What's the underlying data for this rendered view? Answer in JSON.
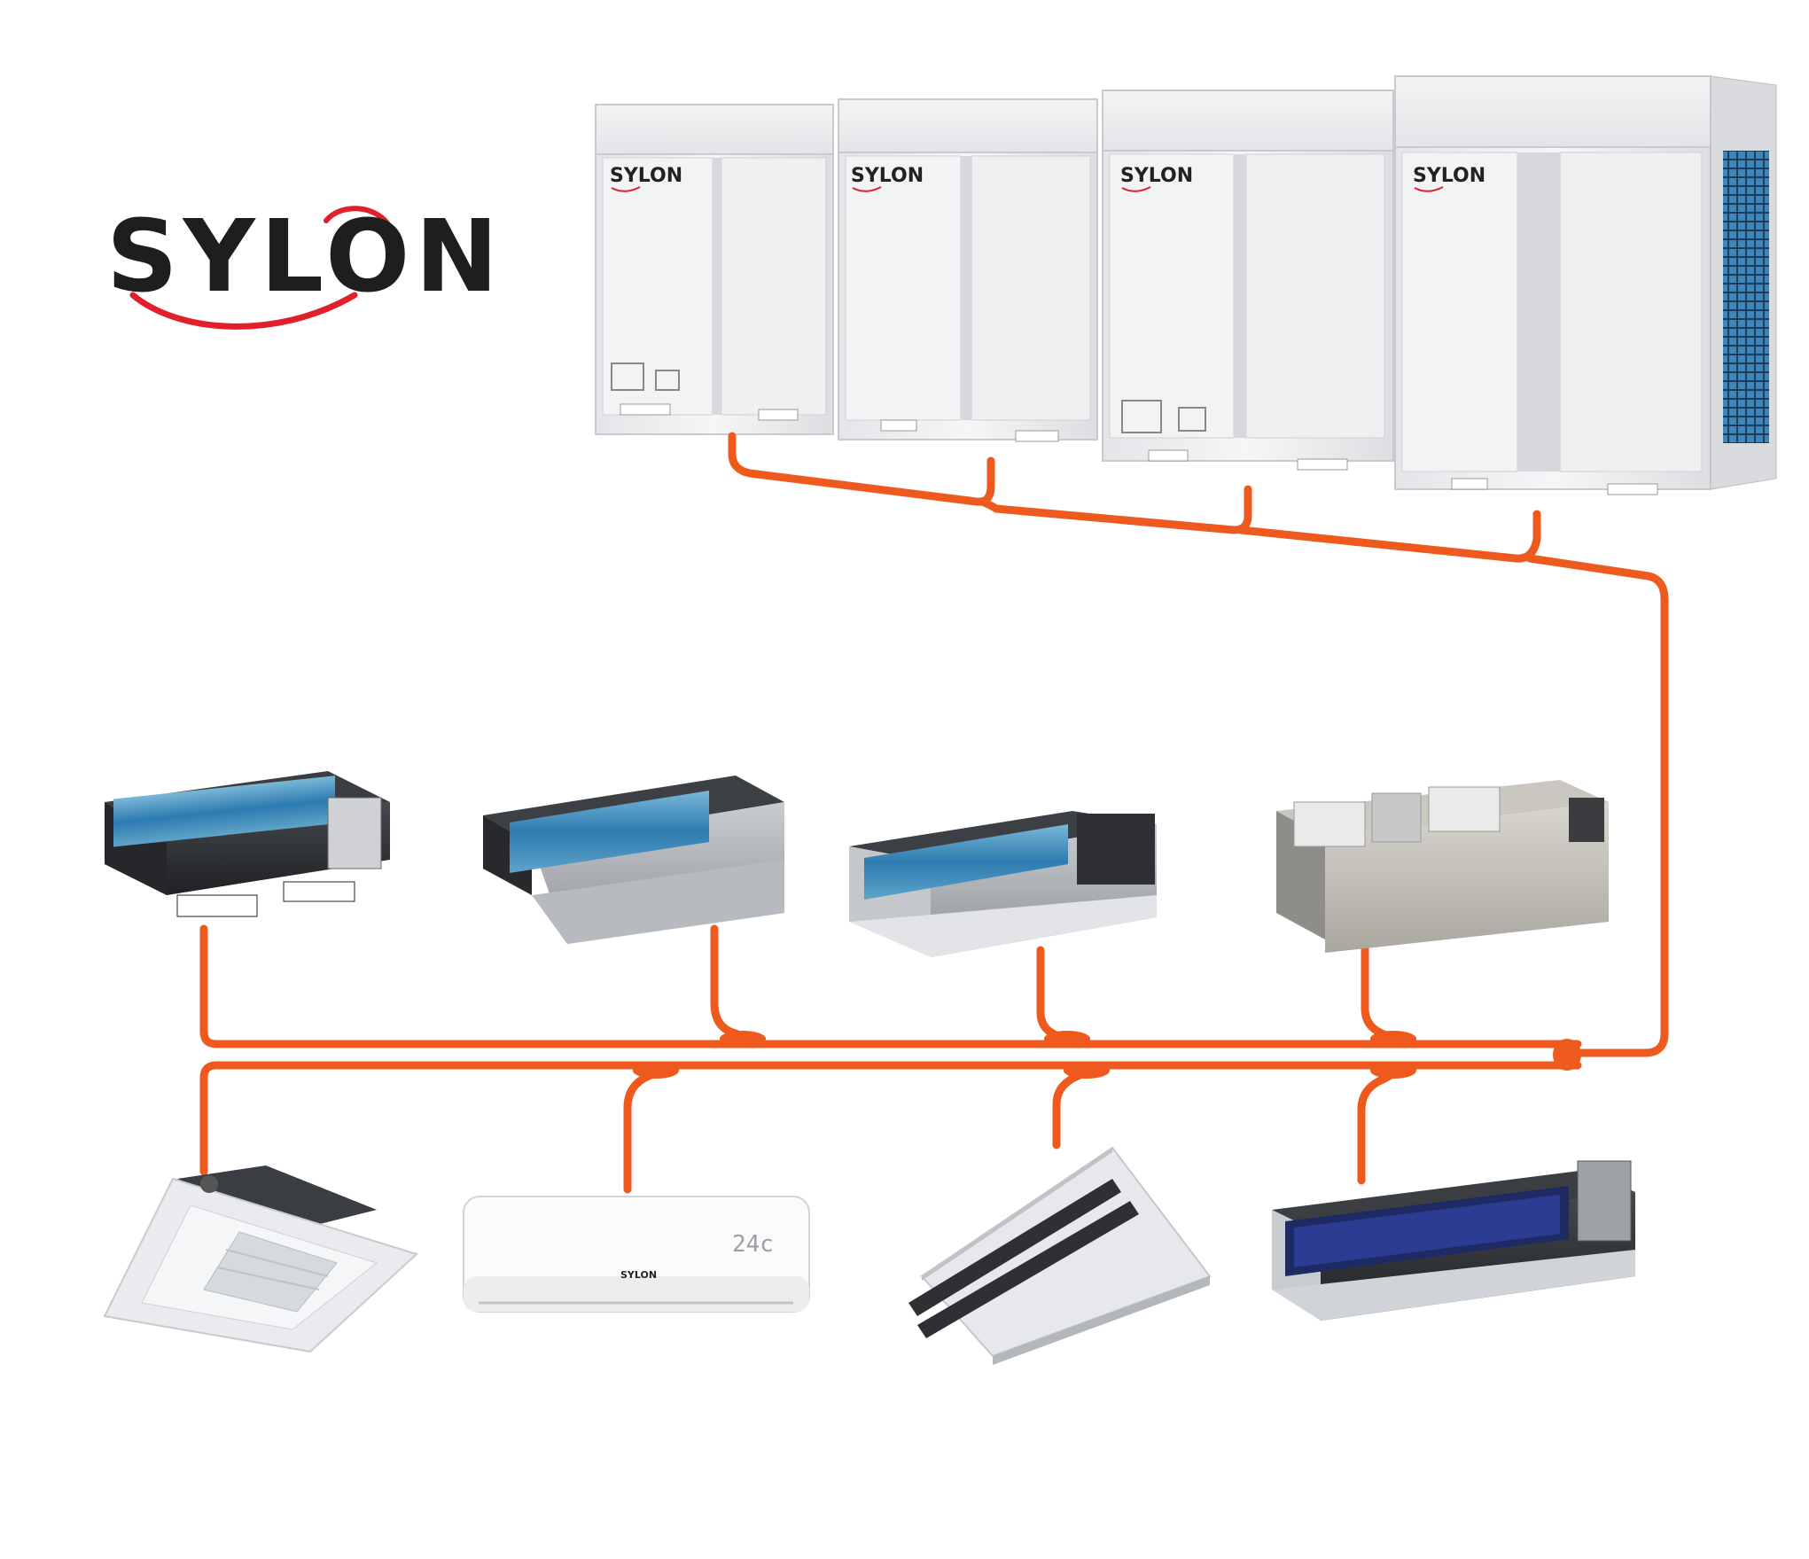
{
  "brand": {
    "name": "SYLON",
    "text_color": "#1e1e1e",
    "swoosh_color": "#e0202a"
  },
  "colors": {
    "pipe": "#ee5a1e",
    "unit_body": "#ecedef",
    "unit_panel": "#f4f5f6",
    "unit_edge": "#c8cacd",
    "dark_unit": "#2e3034",
    "coil": "#2d7bb0"
  },
  "outdoor_units": [
    {
      "label": "SYLON"
    },
    {
      "label": "SYLON"
    },
    {
      "label": "SYLON"
    },
    {
      "label": "SYLON"
    }
  ],
  "indoor_units": {
    "top_row": [
      {
        "type": "ducted",
        "icon": "duct-unit-icon"
      },
      {
        "type": "ducted-slim",
        "icon": "duct-slim-unit-icon"
      },
      {
        "type": "ducted-low",
        "icon": "duct-low-unit-icon"
      },
      {
        "type": "ducted-high-static",
        "icon": "duct-highstatic-unit-icon"
      }
    ],
    "bottom_row": [
      {
        "type": "cassette-4way",
        "icon": "cassette-unit-icon"
      },
      {
        "type": "wall-split",
        "icon": "wall-unit-icon",
        "brand_label": "SYLON",
        "display": "24c"
      },
      {
        "type": "cassette-1way",
        "icon": "oneway-cassette-icon"
      },
      {
        "type": "ducted-dark",
        "icon": "duct-dark-unit-icon"
      }
    ]
  }
}
